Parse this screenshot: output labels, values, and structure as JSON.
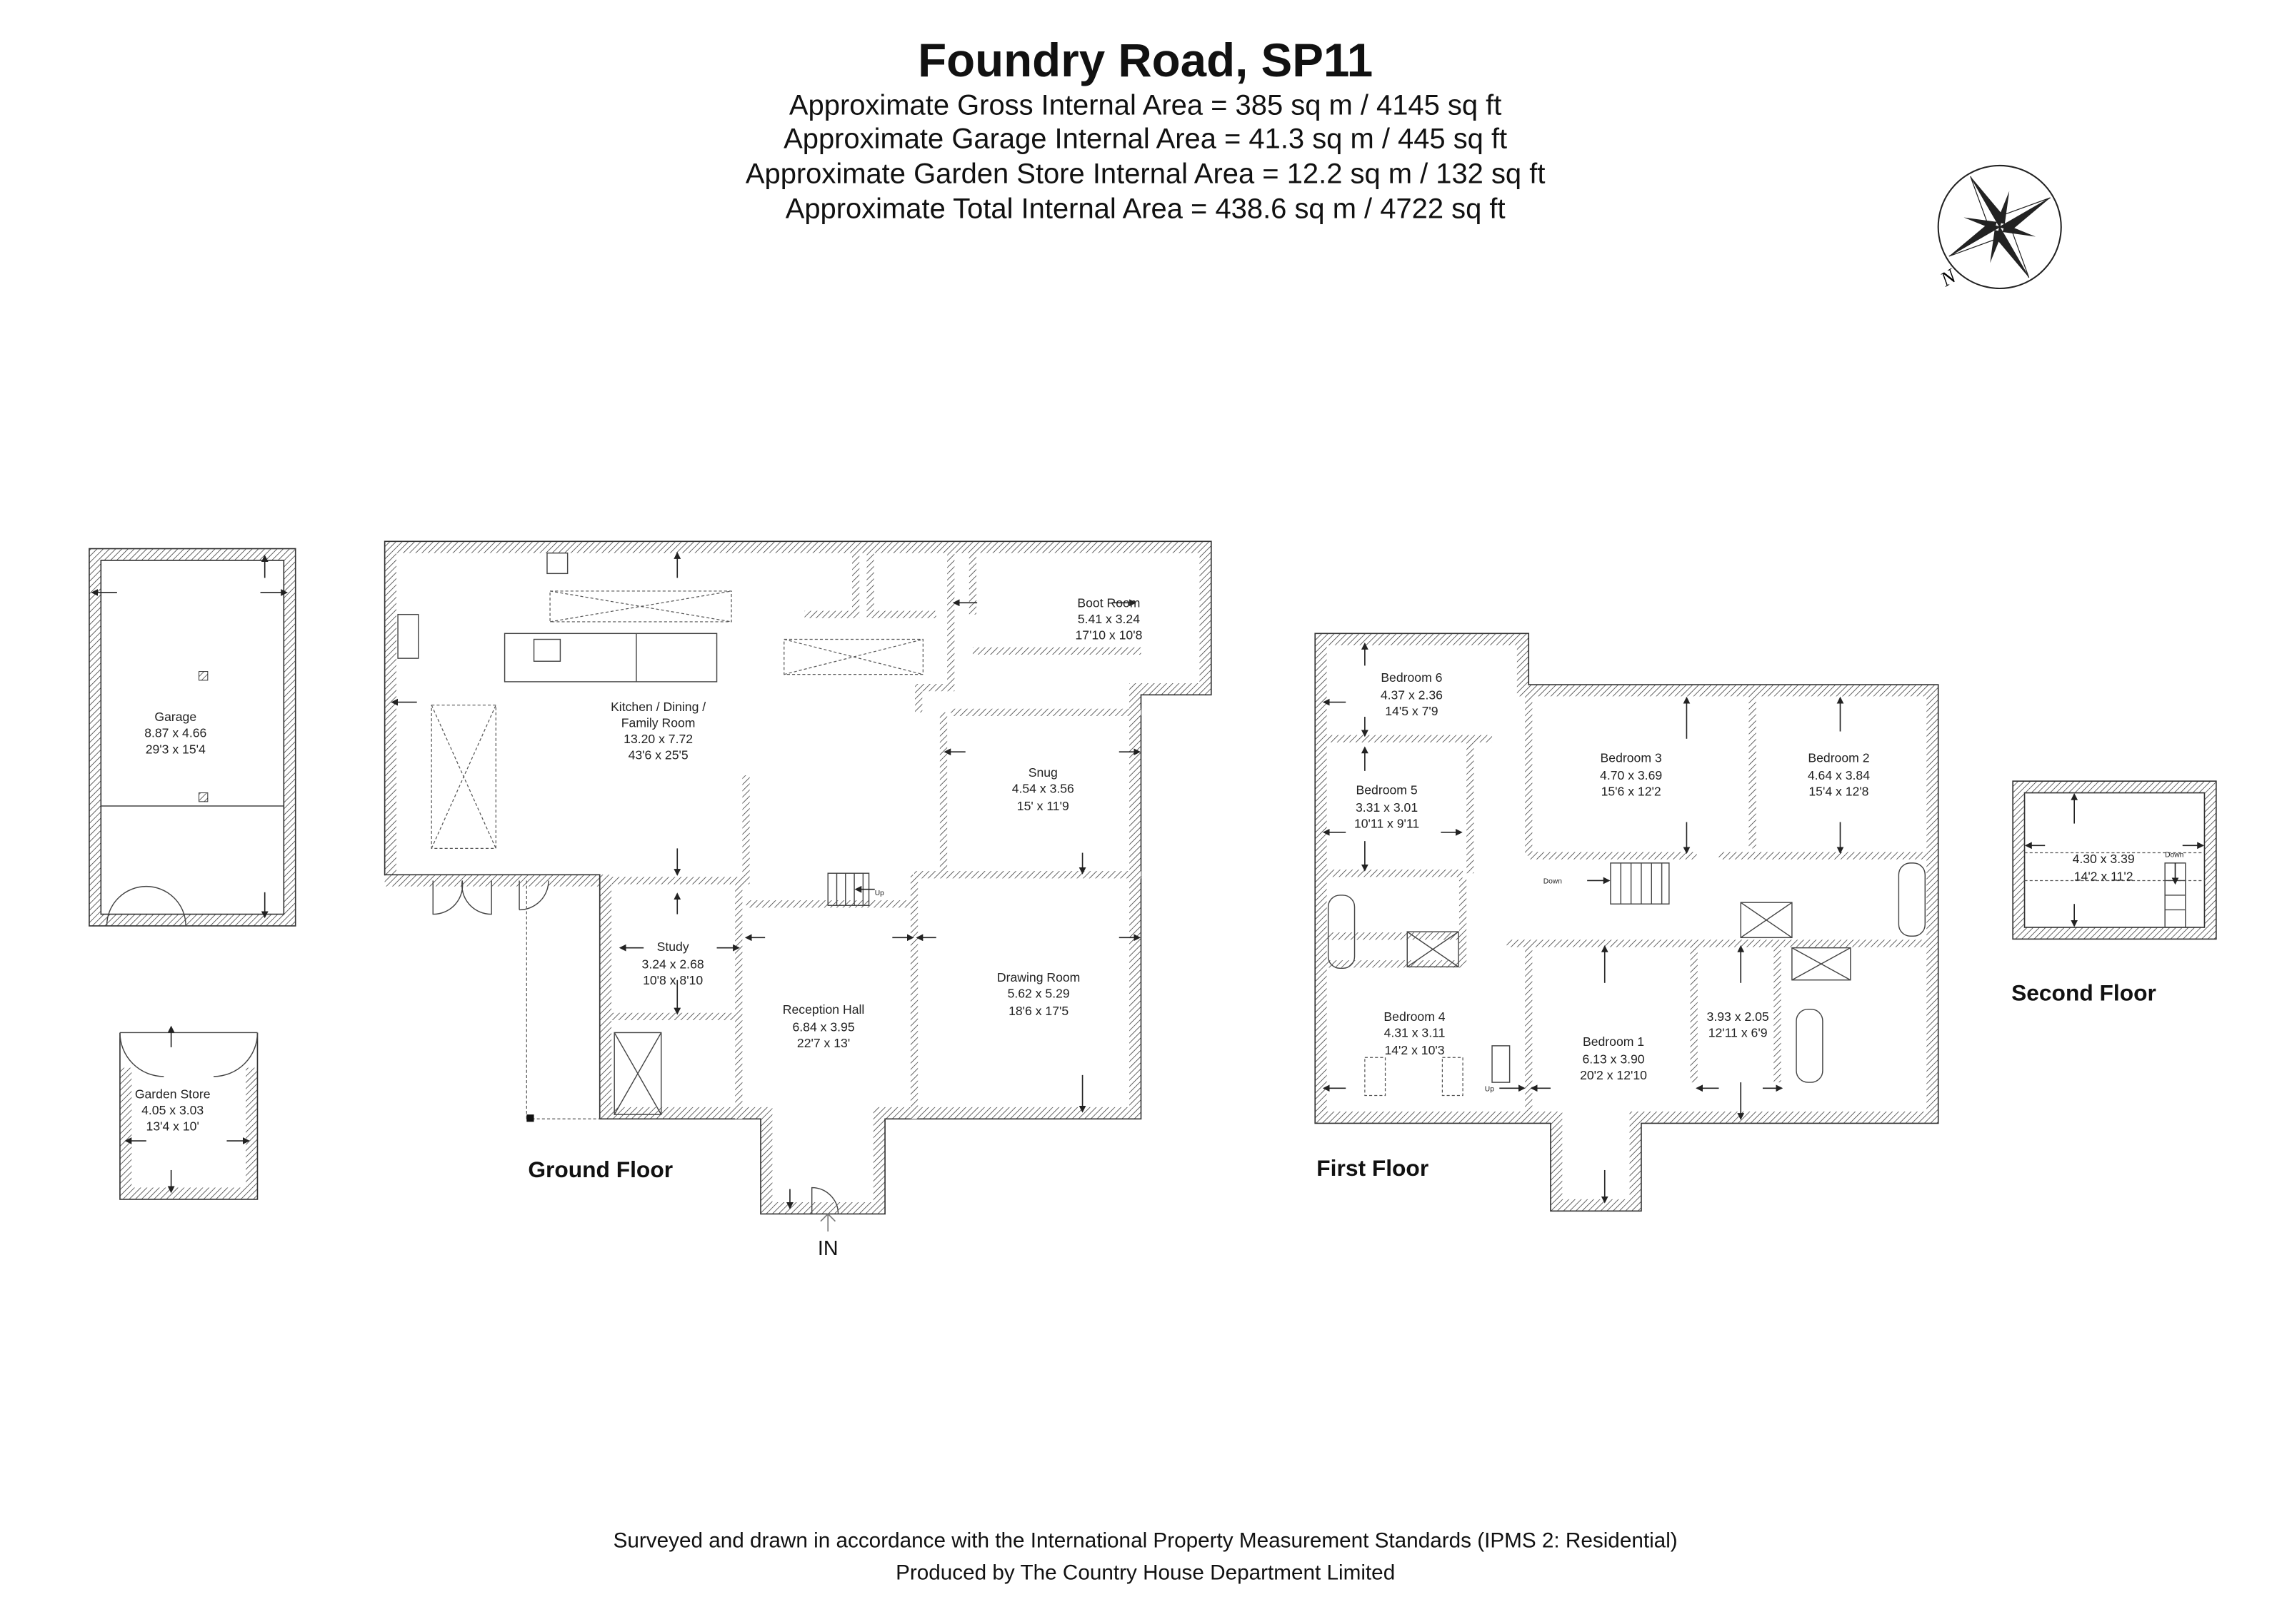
{
  "header": {
    "title": "Foundry Road, SP11",
    "areas": [
      "Approximate Gross Internal Area = 385 sq m / 4145 sq ft",
      "Approximate Garage Internal Area = 41.3 sq m / 445 sq ft",
      "Approximate Garden Store Internal Area = 12.2 sq m / 132 sq ft",
      "Approximate Total Internal Area = 438.6 sq m / 4722 sq ft"
    ]
  },
  "compass": {
    "north_label": "N"
  },
  "outbuildings": {
    "garage": {
      "name": "Garage",
      "metric": "8.87 x 4.66",
      "imperial": "29'3 x 15'4"
    },
    "garden_store": {
      "name": "Garden Store",
      "metric": "4.05 x 3.03",
      "imperial": "13'4 x 10'"
    }
  },
  "ground_floor": {
    "label": "Ground Floor",
    "entrance": "IN",
    "stairs_label": "Up",
    "rooms": {
      "kitchen": {
        "name1": "Kitchen / Dining /",
        "name2": "Family Room",
        "metric": "13.20 x 7.72",
        "imperial": "43'6 x 25'5"
      },
      "boot_room": {
        "name": "Boot Room",
        "metric": "5.41 x 3.24",
        "imperial": "17'10 x 10'8"
      },
      "snug": {
        "name": "Snug",
        "metric": "4.54 x 3.56",
        "imperial": "15' x 11'9"
      },
      "study": {
        "name": "Study",
        "metric": "3.24 x 2.68",
        "imperial": "10'8 x 8'10"
      },
      "reception_hall": {
        "name": "Reception Hall",
        "metric": "6.84 x 3.95",
        "imperial": "22'7 x 13'"
      },
      "drawing_room": {
        "name": "Drawing Room",
        "metric": "5.62 x 5.29",
        "imperial": "18'6 x 17'5"
      }
    }
  },
  "first_floor": {
    "label": "First Floor",
    "stairs_down": "Down",
    "stairs_up": "Up",
    "rooms": {
      "bedroom6": {
        "name": "Bedroom 6",
        "metric": "4.37 x 2.36",
        "imperial": "14'5 x 7'9"
      },
      "bedroom5": {
        "name": "Bedroom 5",
        "metric": "3.31 x 3.01",
        "imperial": "10'11 x 9'11"
      },
      "bedroom3": {
        "name": "Bedroom 3",
        "metric": "4.70 x 3.69",
        "imperial": "15'6 x 12'2"
      },
      "bedroom2": {
        "name": "Bedroom 2",
        "metric": "4.64 x 3.84",
        "imperial": "15'4 x 12'8"
      },
      "bedroom4": {
        "name": "Bedroom 4",
        "metric": "4.31 x 3.11",
        "imperial": "14'2 x 10'3"
      },
      "bedroom1": {
        "name": "Bedroom 1",
        "metric": "6.13 x 3.90",
        "imperial": "20'2 x 12'10"
      },
      "dressing": {
        "metric": "3.93 x 2.05",
        "imperial": "12'11 x 6'9"
      }
    }
  },
  "second_floor": {
    "label": "Second Floor",
    "stairs_down": "Down",
    "room": {
      "metric": "4.30 x 3.39",
      "imperial": "14'2 x 11'2"
    }
  },
  "footer": {
    "line1": "Surveyed and drawn in accordance with the International Property Measurement Standards (IPMS 2: Residential)",
    "line2": "Produced by The Country House Department Limited"
  }
}
